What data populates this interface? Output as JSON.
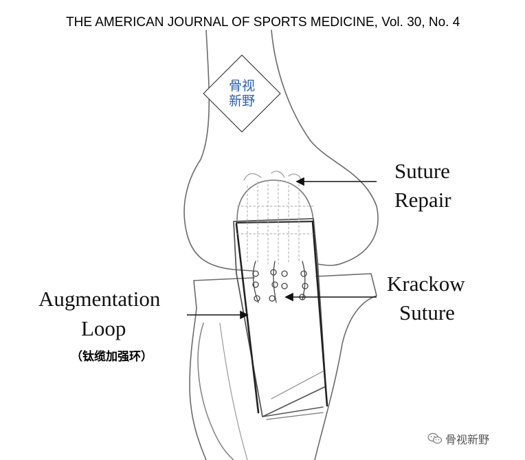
{
  "header": {
    "journal": "THE AMERICAN JOURNAL OF SPORTS MEDICINE, Vol. 30, No. 4"
  },
  "watermark": {
    "line1": "骨视",
    "line2": "新野"
  },
  "labels": {
    "suture_repair_1": "Suture",
    "suture_repair_2": "Repair",
    "krackow_1": "Krackow",
    "krackow_2": "Suture",
    "augmentation_1": "Augmentation",
    "augmentation_2": "Loop",
    "augmentation_cn": "（钛缆加强环）"
  },
  "footer": {
    "account": "骨视新野",
    "icon": "wechat-icon"
  }
}
